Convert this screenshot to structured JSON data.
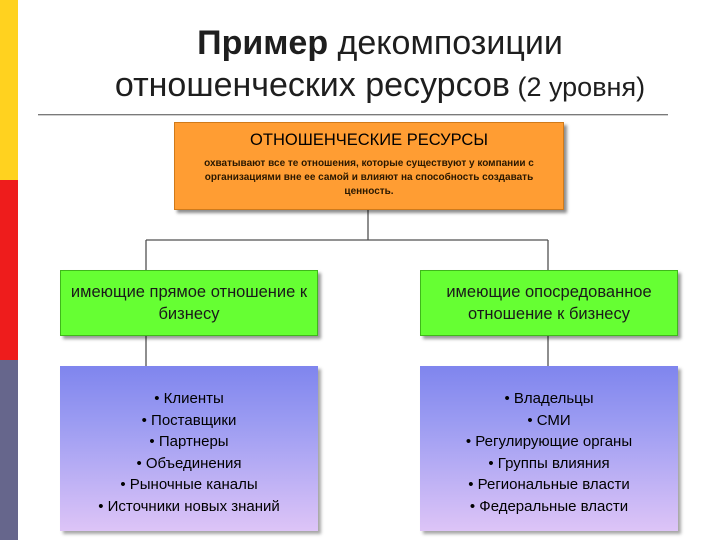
{
  "title": {
    "line1_bold": "Пример",
    "line1_rest": " декомпозиции",
    "line2_main": "отношенческих ресурсов",
    "line2_small": " (2 уровня)"
  },
  "root": {
    "title": "ОТНОШЕНЧЕСКИЕ РЕСУРСЫ",
    "description": "охватывают все те отношения, которые существуют у компании с организациями вне ее самой и влияют на способность создавать ценность."
  },
  "categories": [
    {
      "label": "имеющие прямое отношение к бизнесу",
      "items": [
        "• Клиенты",
        "• Поставщики",
        "• Партнеры",
        "• Объединения",
        "• Рыночные каналы",
        "• Источники новых знаний"
      ]
    },
    {
      "label": "имеющие опосредованное отношение к бизнесу",
      "items": [
        "• Владельцы",
        "• СМИ",
        "• Регулирующие органы",
        "• Группы влияния",
        "• Региональные власти",
        "• Федеральные власти"
      ]
    }
  ],
  "colors": {
    "stripe_top": "#FFD21F",
    "stripe_middle": "#EE1C1C",
    "stripe_bottom": "#66668C",
    "root_fill": "#FF9D33",
    "category_fill": "#66FF33",
    "list_fill_top": "#7F85EE",
    "list_fill_bottom": "#DDC4F7"
  }
}
